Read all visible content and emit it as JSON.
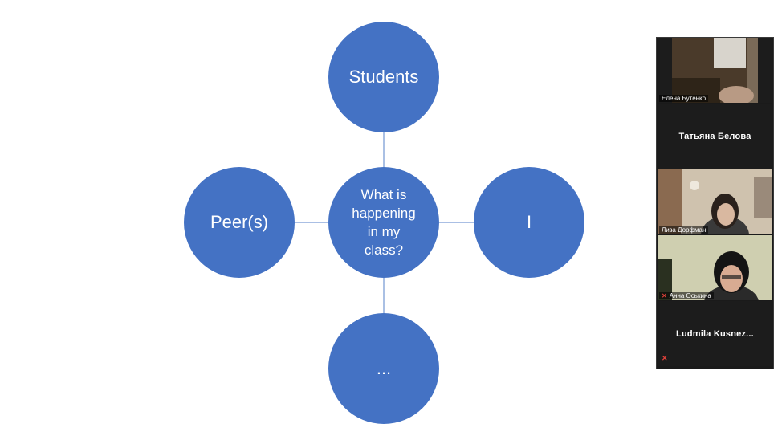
{
  "slide": {
    "center_label": "What is happening in my class?",
    "center_lines": [
      "What is",
      "happening",
      "in my",
      "class?"
    ],
    "top_label": "Students",
    "left_label": "Peer(s)",
    "right_label": "I",
    "bottom_label": "...",
    "circle_color": "#4472c4",
    "connector_color": "#8eaadb"
  },
  "gallery": {
    "participants": [
      {
        "name": "Елена Бутенко",
        "video": true,
        "muted": false
      },
      {
        "name": "Татьяна Белова",
        "video": false,
        "muted": false
      },
      {
        "name": "Лиза Дорфман",
        "video": true,
        "muted": false
      },
      {
        "name": "Анна Оськина",
        "video": true,
        "muted": true
      },
      {
        "name": "Ludmila  Kusnez...",
        "video": false,
        "muted": true
      }
    ],
    "muted_icon": "mic-off-icon"
  }
}
